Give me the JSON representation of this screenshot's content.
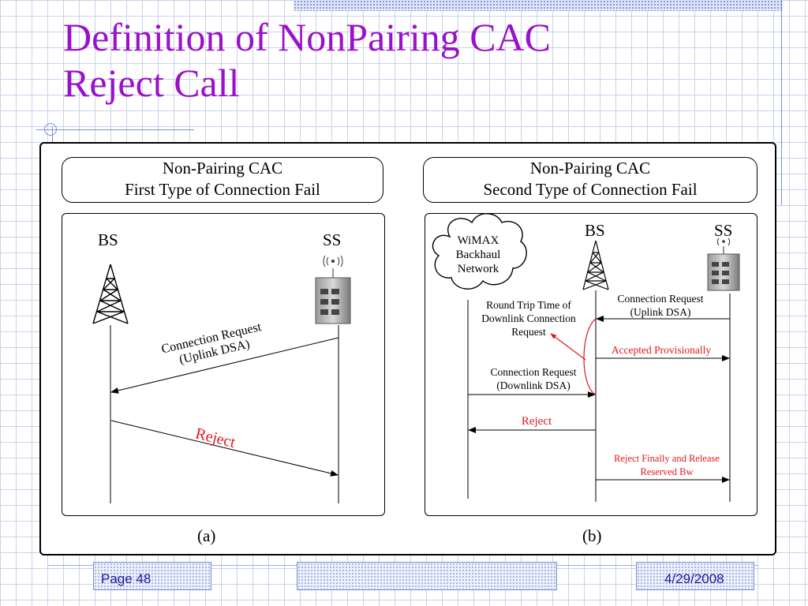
{
  "slide": {
    "title_line1": "Definition of  NonPairing CAC",
    "title_line2": "Reject Call",
    "page_label": "Page 48",
    "date": "4/29/2008"
  },
  "diagram_a": {
    "header_line1": "Non-Pairing CAC",
    "header_line2": "First Type of Connection Fail",
    "bs_label": "BS",
    "ss_label": "SS",
    "msg_request_line1": "Connection Request",
    "msg_request_line2": "(Uplink  DSA)",
    "msg_reject": "Reject",
    "sub_label": "(a)"
  },
  "diagram_b": {
    "header_line1": "Non-Pairing CAC",
    "header_line2": "Second Type of Connection Fail",
    "cloud_line1": "WiMAX",
    "cloud_line2": "Backhaul",
    "cloud_line3": "Network",
    "bs_label": "BS",
    "ss_label": "SS",
    "msg_request_up_line1": "Connection Request",
    "msg_request_up_line2": "(Uplink  DSA)",
    "rtt_line1": "Round Trip Time of",
    "rtt_line2": "Downlink Connection",
    "rtt_line3": "Request",
    "msg_accepted": "Accepted  Provisionally",
    "msg_request_down_line1": "Connection Request",
    "msg_request_down_line2": "(Downlink  DSA)",
    "msg_reject": "Reject",
    "msg_reject_final_line1": "Reject  Finally and Release",
    "msg_reject_final_line2": "Reserved Bw",
    "sub_label": "(b)"
  },
  "colors": {
    "title": "#9a11c9",
    "reject": "#e0191f",
    "footer_text": "#1a1a9c",
    "grid": "#c9d2ec"
  }
}
